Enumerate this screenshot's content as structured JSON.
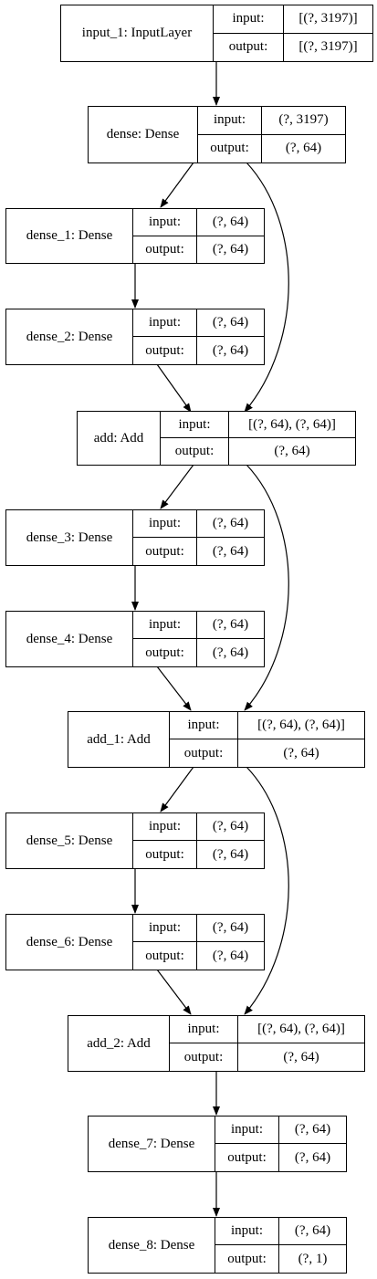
{
  "nodes": [
    {
      "id": "input_1",
      "name": "input_1: InputLayer",
      "input_label": "input:",
      "output_label": "output:",
      "input_shape": "[(?, 3197)]",
      "output_shape": "[(?, 3197)]"
    },
    {
      "id": "dense",
      "name": "dense: Dense",
      "input_label": "input:",
      "output_label": "output:",
      "input_shape": "(?, 3197)",
      "output_shape": "(?, 64)"
    },
    {
      "id": "dense_1",
      "name": "dense_1: Dense",
      "input_label": "input:",
      "output_label": "output:",
      "input_shape": "(?, 64)",
      "output_shape": "(?, 64)"
    },
    {
      "id": "dense_2",
      "name": "dense_2: Dense",
      "input_label": "input:",
      "output_label": "output:",
      "input_shape": "(?, 64)",
      "output_shape": "(?, 64)"
    },
    {
      "id": "add",
      "name": "add: Add",
      "input_label": "input:",
      "output_label": "output:",
      "input_shape": "[(?, 64), (?, 64)]",
      "output_shape": "(?, 64)"
    },
    {
      "id": "dense_3",
      "name": "dense_3: Dense",
      "input_label": "input:",
      "output_label": "output:",
      "input_shape": "(?, 64)",
      "output_shape": "(?, 64)"
    },
    {
      "id": "dense_4",
      "name": "dense_4: Dense",
      "input_label": "input:",
      "output_label": "output:",
      "input_shape": "(?, 64)",
      "output_shape": "(?, 64)"
    },
    {
      "id": "add_1",
      "name": "add_1: Add",
      "input_label": "input:",
      "output_label": "output:",
      "input_shape": "[(?, 64), (?, 64)]",
      "output_shape": "(?, 64)"
    },
    {
      "id": "dense_5",
      "name": "dense_5: Dense",
      "input_label": "input:",
      "output_label": "output:",
      "input_shape": "(?, 64)",
      "output_shape": "(?, 64)"
    },
    {
      "id": "dense_6",
      "name": "dense_6: Dense",
      "input_label": "input:",
      "output_label": "output:",
      "input_shape": "(?, 64)",
      "output_shape": "(?, 64)"
    },
    {
      "id": "add_2",
      "name": "add_2: Add",
      "input_label": "input:",
      "output_label": "output:",
      "input_shape": "[(?, 64), (?, 64)]",
      "output_shape": "(?, 64)"
    },
    {
      "id": "dense_7",
      "name": "dense_7: Dense",
      "input_label": "input:",
      "output_label": "output:",
      "input_shape": "(?, 64)",
      "output_shape": "(?, 64)"
    },
    {
      "id": "dense_8",
      "name": "dense_8: Dense",
      "input_label": "input:",
      "output_label": "output:",
      "input_shape": "(?, 64)",
      "output_shape": "(?, 1)"
    }
  ],
  "edges": [
    {
      "from": "input_1",
      "to": "dense"
    },
    {
      "from": "dense",
      "to": "dense_1"
    },
    {
      "from": "dense",
      "to": "add"
    },
    {
      "from": "dense_1",
      "to": "dense_2"
    },
    {
      "from": "dense_2",
      "to": "add"
    },
    {
      "from": "add",
      "to": "dense_3"
    },
    {
      "from": "add",
      "to": "add_1"
    },
    {
      "from": "dense_3",
      "to": "dense_4"
    },
    {
      "from": "dense_4",
      "to": "add_1"
    },
    {
      "from": "add_1",
      "to": "dense_5"
    },
    {
      "from": "add_1",
      "to": "add_2"
    },
    {
      "from": "dense_5",
      "to": "dense_6"
    },
    {
      "from": "dense_6",
      "to": "add_2"
    },
    {
      "from": "add_2",
      "to": "dense_7"
    },
    {
      "from": "dense_7",
      "to": "dense_8"
    }
  ]
}
